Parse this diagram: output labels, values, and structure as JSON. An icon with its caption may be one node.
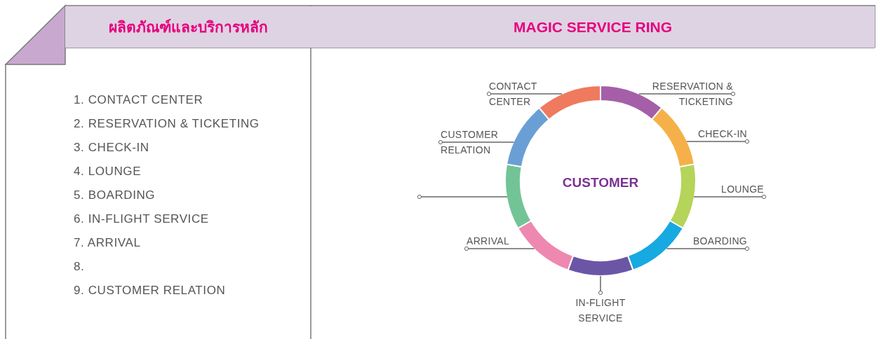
{
  "diagram": {
    "nodes": [
      {
        "text": [
          "ผลิตภัณฑ์และบริการหลัก"
        ]
      },
      {
        "text": [
          "MAGIC SERVICE RING"
        ]
      },
      {
        "text": [
          "CONTACT CENTER"
        ]
      },
      {
        "text": [
          "RESERVATION & TICKETING"
        ]
      },
      {
        "text": [
          "CUSTOMER RELATION"
        ]
      },
      {
        "text": [
          "CHECK-IN"
        ]
      },
      {
        "text": [
          "LOUNGE"
        ]
      },
      {
        "text": [
          "ARRIVAL"
        ]
      },
      {
        "text": [
          "BOARDING"
        ]
      },
      {
        "text": [
          "IN-FLIGHT SERVICE"
        ]
      },
      {
        "text": [],
        "shape": "arc"
      },
      {
        "text": [],
        "shape": "arc"
      },
      {
        "text": [],
        "shape": "arc"
      },
      {
        "text": [],
        "shape": "arc"
      },
      {
        "text": [],
        "shape": "arc"
      },
      {
        "text": [],
        "shape": "arc"
      },
      {
        "text": [],
        "shape": "arc"
      },
      {
        "text": [],
        "shape": "arc"
      },
      {
        "text": [],
        "shape": "arc"
      }
    ],
    "edges": [
      {
        "from": 2,
        "to": 18,
        "arrow": "other"
      },
      {
        "from": 3,
        "to": 10,
        "arrow": "other"
      },
      {
        "from": 4,
        "to": 17,
        "arrow": "other"
      },
      {
        "from": 5,
        "to": 11,
        "arrow": "other"
      },
      {
        "from": null,
        "to": 16,
        "arrow": "other"
      },
      {
        "from": 6,
        "to": 12,
        "arrow": "other"
      },
      {
        "from": 7,
        "to": 15,
        "arrow": "other"
      },
      {
        "from": 8,
        "to": 13,
        "arrow": "other"
      },
      {
        "from": 9,
        "to": 14,
        "arrow": "other"
      }
    ],
    "labels": [
      "1. CONTACT CENTER",
      "2. RESERVATION & TICKETING",
      "3. CHECK-IN",
      "4. LOUNGE",
      "5. BOARDING",
      "6. IN-FLIGHT SERVICE",
      "7. ARRIVAL",
      "8.",
      "9. CUSTOMER RELATION",
      "CUSTOMER"
    ]
  }
}
